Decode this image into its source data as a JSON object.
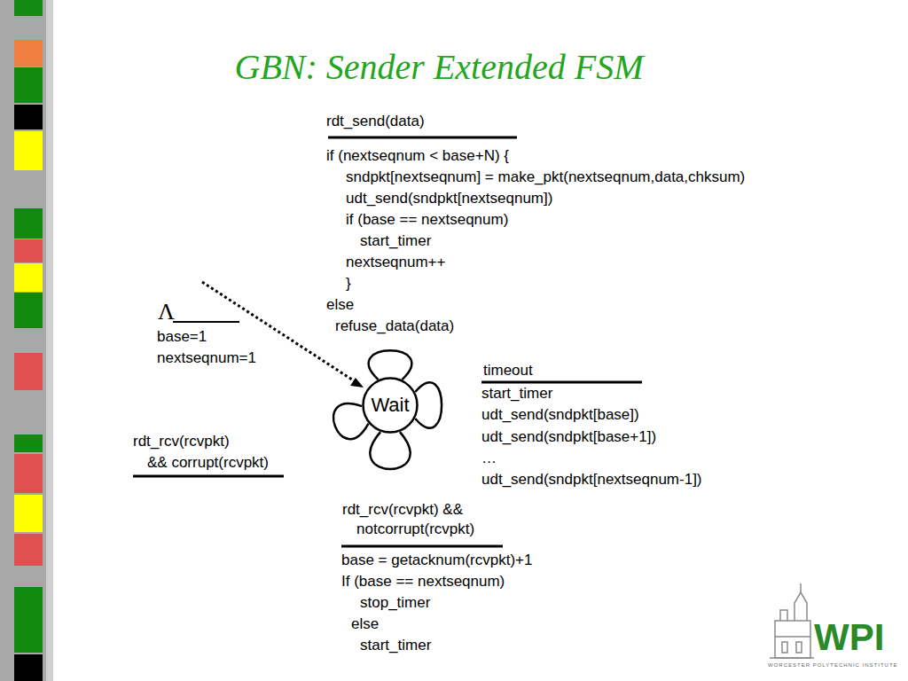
{
  "diagram": {
    "title": "GBN: Sender Extended FSM",
    "nodes": [
      {
        "text": [
          "Wait"
        ]
      }
    ],
    "edges": [
      {
        "from": 0,
        "to": 0,
        "arrow": "none"
      },
      {
        "from": 0,
        "to": 0,
        "arrow": "none"
      },
      {
        "from": 0,
        "to": 0,
        "arrow": "none"
      },
      {
        "from": 0,
        "to": 0,
        "arrow": "none"
      }
    ],
    "labels": [
      "rdt_send(data)",
      "if (nextseqnum < base+N) {",
      "sndpkt[nextseqnum] = make_pkt(nextseqnum,data,chksum)",
      "udt_send(sndpkt[nextseqnum])",
      "if (base == nextseqnum)",
      "start_timer",
      "nextseqnum++",
      "}",
      "else",
      "refuse_data(data)",
      "Λ",
      "base=1",
      "nextseqnum=1",
      "rdt_rcv(rcvpkt)",
      "&& corrupt(rcvpkt)",
      "timeout",
      "start_timer",
      "udt_send(sndpkt[base])",
      "udt_send(sndpkt[base+1])",
      "…",
      "udt_send(sndpkt[nextseqnum-1])",
      "rdt_rcv(rcvpkt) && notcorrupt(rcvpkt)",
      "base = getacknum(rcvpkt)+1",
      "If (base == nextseqnum)",
      "stop_timer",
      "else",
      "start_timer",
      "WPI",
      "WORCESTER POLYTECHNIC INSTITUTE"
    ]
  }
}
